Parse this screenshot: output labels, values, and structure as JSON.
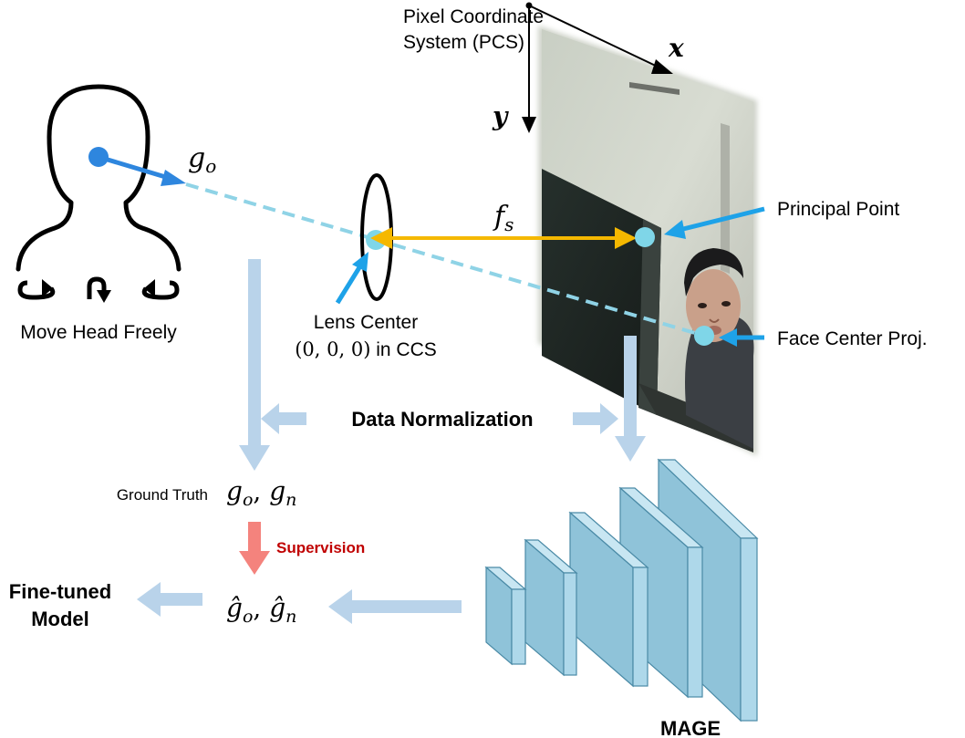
{
  "pcs": {
    "line1": "Pixel Coordinate",
    "line2": "System (PCS)",
    "x_axis": "x",
    "y_axis": "y"
  },
  "head": {
    "label": "Move Head Freely",
    "gaze_symbol": "g",
    "gaze_sub": "o"
  },
  "lens": {
    "label_line1": "Lens Center",
    "coords": "(0, 0, 0)",
    "coords_suffix": " in CCS",
    "focal_symbol": "f",
    "focal_sub": "s"
  },
  "image_labels": {
    "principal_point": "Principal Point",
    "face_center": "Face Center Proj."
  },
  "pipeline": {
    "data_normalization": "Data Normalization",
    "ground_truth_label": "Ground Truth",
    "ground_truth_math": {
      "g1": "g",
      "s1": "o",
      "sep": ", ",
      "g2": "g",
      "s2": "n"
    },
    "supervision": "Supervision",
    "prediction_math": {
      "g1": "ĝ",
      "s1": "o",
      "sep": ", ",
      "g2": "ĝ",
      "s2": "n"
    },
    "finetuned_line1": "Fine-tuned",
    "finetuned_line2": "Model",
    "model_name": "MAGE"
  },
  "colors": {
    "gaze_blue": "#2e86de",
    "ray_cyan": "#8fd3e6",
    "point_cyan": "#7fd6e8",
    "focal_orange": "#f5b800",
    "pointer_blue": "#1ea2e8",
    "flow_light_blue": "#b9d3ea",
    "supervision_pink": "#f4837d",
    "supervision_text": "#c00000",
    "cnn_face": "#aed8ea",
    "cnn_side": "#8fc3d9",
    "cnn_top": "#c8e6f2"
  },
  "icons": [
    "head-silhouette-icon",
    "rotate-left-icon",
    "nod-icon",
    "rotate-right-icon",
    "lens-icon",
    "cnn-layers-icon"
  ]
}
